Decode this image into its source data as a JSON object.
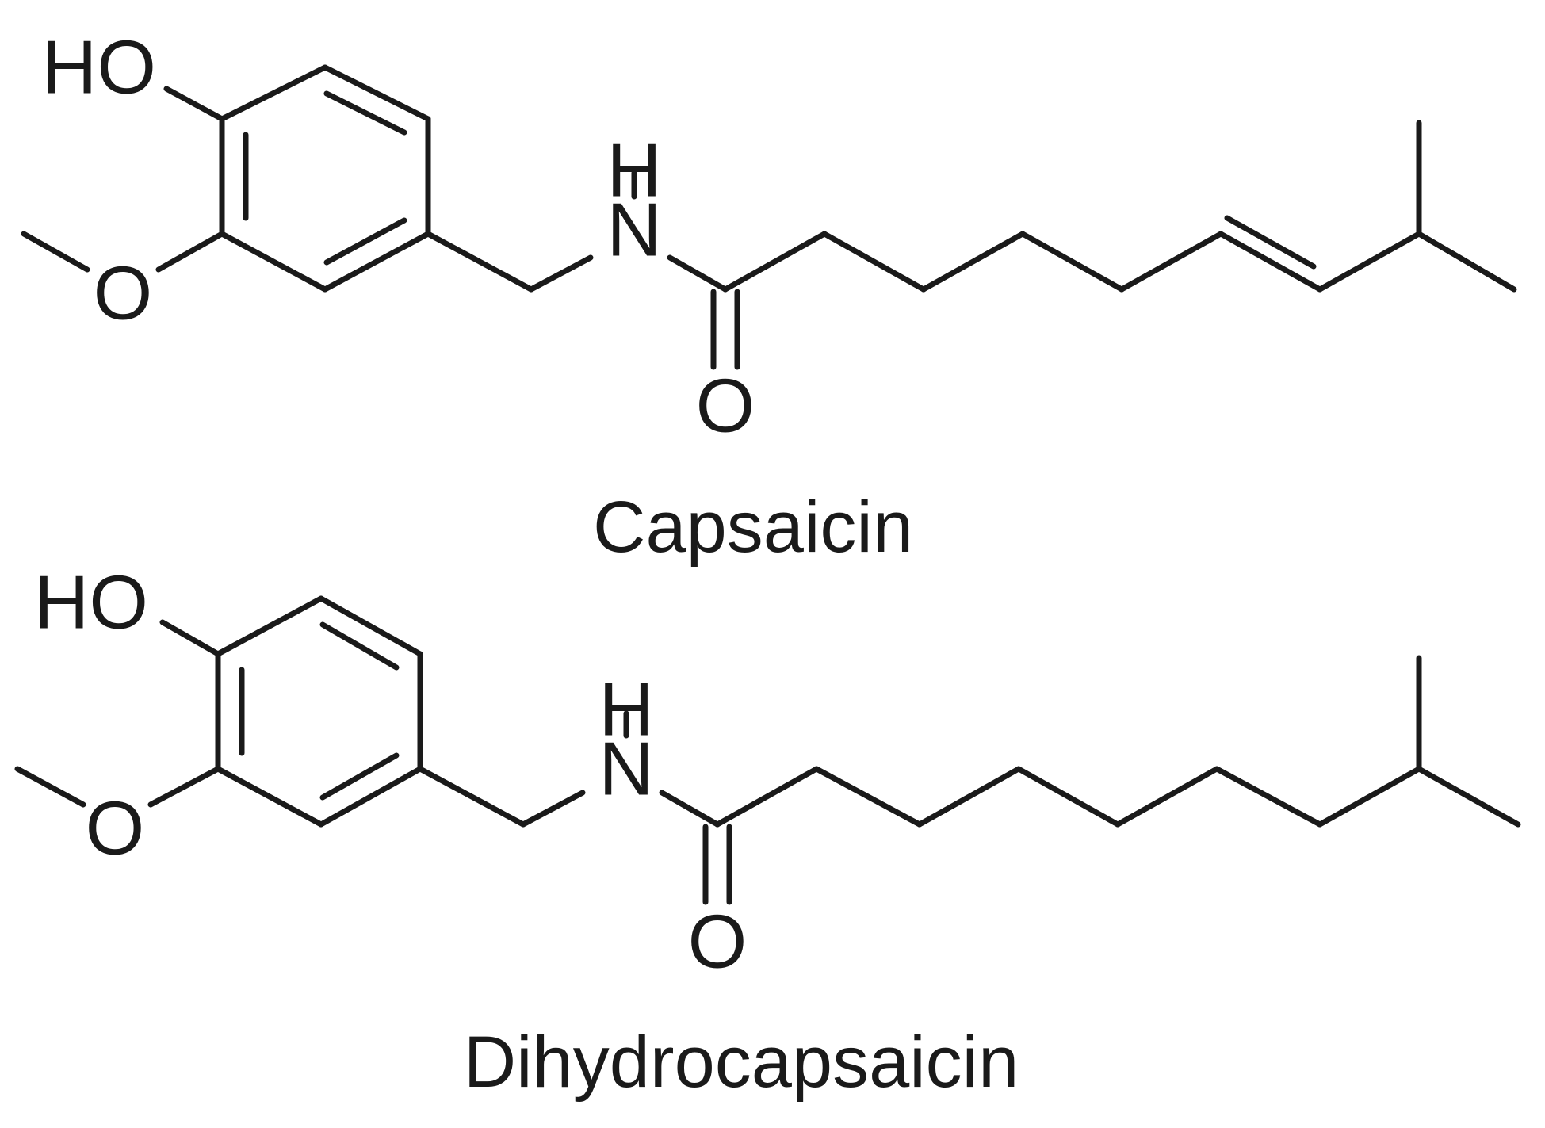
{
  "structures": [
    {
      "name": "Capsaicin",
      "atoms": {
        "hydroxyl": "HO",
        "methoxy_oxygen": "O",
        "amide_hydrogen": "H",
        "amide_nitrogen": "N",
        "carbonyl_oxygen": "O"
      },
      "chain_double_bond": true
    },
    {
      "name": "Dihydrocapsaicin",
      "atoms": {
        "hydroxyl": "HO",
        "methoxy_oxygen": "O",
        "amide_hydrogen": "H",
        "amide_nitrogen": "N",
        "carbonyl_oxygen": "O"
      },
      "chain_double_bond": false
    }
  ]
}
